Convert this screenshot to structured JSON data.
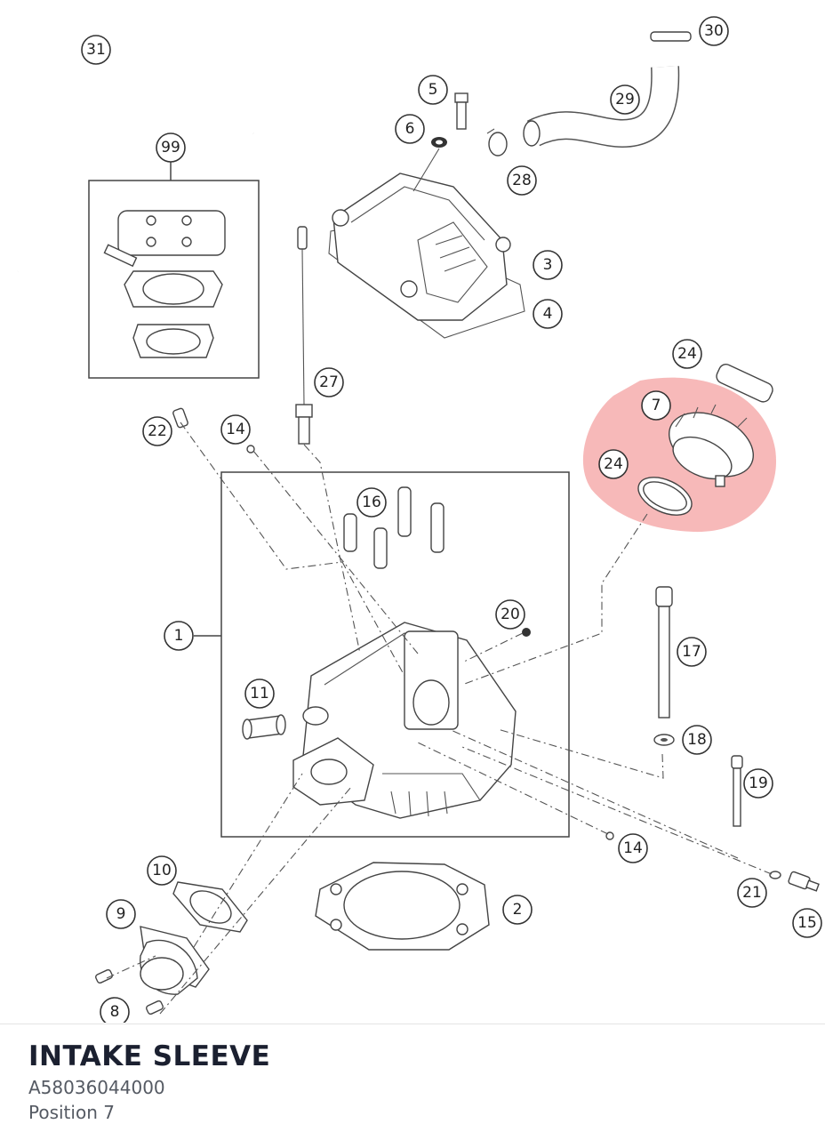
{
  "diagram": {
    "callouts": [
      "31",
      "99",
      "5",
      "6",
      "28",
      "30",
      "29",
      "3",
      "4",
      "27",
      "24",
      "7",
      "24",
      "22",
      "14",
      "16",
      "1",
      "20",
      "17",
      "11",
      "18",
      "19",
      "14",
      "21",
      "15",
      "10",
      "9",
      "2",
      "8"
    ],
    "highlight_color": "#f08080"
  },
  "part": {
    "title": "INTAKE SLEEVE",
    "number": "A58036044000",
    "position": "Position 7"
  }
}
